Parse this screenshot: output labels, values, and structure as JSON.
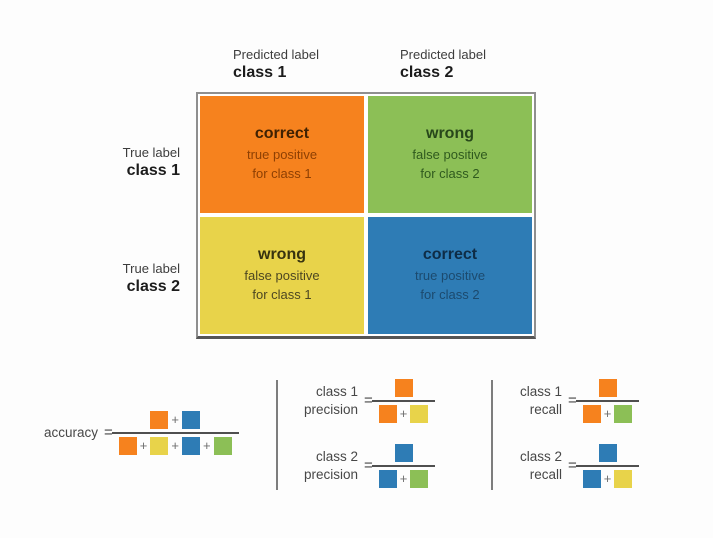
{
  "colors": {
    "orange": "#F6821E",
    "yellow": "#E8D34A",
    "blue": "#2E7CB5",
    "green": "#8CBF56"
  },
  "matrix": {
    "col_headers": [
      {
        "line1": "Predicted label",
        "line2": "class 1"
      },
      {
        "line1": "Predicted label",
        "line2": "class 2"
      }
    ],
    "row_headers": [
      {
        "line1": "True label",
        "line2": "class 1"
      },
      {
        "line1": "True label",
        "line2": "class 2"
      }
    ],
    "cells": [
      {
        "title": "correct",
        "line1": "true positive",
        "line2": "for class 1",
        "bg": "#F6821E",
        "title_color": "#3f2102",
        "text_color": "#8e4003"
      },
      {
        "title": "wrong",
        "line1": "false positive",
        "line2": "for class 2",
        "bg": "#8CBF56",
        "title_color": "#27471a",
        "text_color": "#2f5a1e"
      },
      {
        "title": "wrong",
        "line1": "false positive",
        "line2": "for class 1",
        "bg": "#E8D34A",
        "title_color": "#37320f",
        "text_color": "#4d4722"
      },
      {
        "title": "correct",
        "line1": "true positive",
        "line2": "for class 2",
        "bg": "#2E7CB5",
        "title_color": "#0e2c46",
        "text_color": "#1c4a6e"
      }
    ]
  },
  "formulas": {
    "plus": "+",
    "equals": "=",
    "accuracy": {
      "label": "accuracy",
      "numerator": [
        "orange",
        "blue"
      ],
      "denominator": [
        "orange",
        "yellow",
        "blue",
        "green"
      ]
    },
    "class1_precision": {
      "label_line1": "class 1",
      "label_line2": "precision",
      "numerator": [
        "orange"
      ],
      "denominator": [
        "orange",
        "yellow"
      ]
    },
    "class2_precision": {
      "label_line1": "class 2",
      "label_line2": "precision",
      "numerator": [
        "blue"
      ],
      "denominator": [
        "blue",
        "green"
      ]
    },
    "class1_recall": {
      "label_line1": "class 1",
      "label_line2": "recall",
      "numerator": [
        "orange"
      ],
      "denominator": [
        "orange",
        "green"
      ]
    },
    "class2_recall": {
      "label_line1": "class 2",
      "label_line2": "recall",
      "numerator": [
        "blue"
      ],
      "denominator": [
        "blue",
        "yellow"
      ]
    }
  }
}
